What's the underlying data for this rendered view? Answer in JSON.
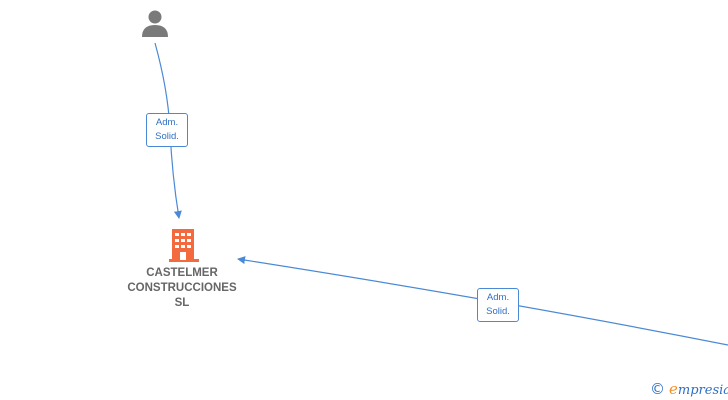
{
  "nodes": {
    "person": {
      "icon": "person-icon"
    },
    "company": {
      "icon": "building-icon",
      "name_lines": [
        "CASTELMER",
        "CONSTRUCCIONES",
        "SL"
      ]
    }
  },
  "edges": [
    {
      "from": "person",
      "to": "company",
      "label_lines": [
        "Adm.",
        "Solid."
      ]
    },
    {
      "from": "offscreen-node",
      "to": "company",
      "label_lines": [
        "Adm.",
        "Solid."
      ]
    }
  ],
  "brand": {
    "copyright_symbol": "©",
    "first_letter": "e",
    "rest": "mpresia"
  },
  "colors": {
    "edge": "#4a89d6",
    "person": "#7a7a7a",
    "company": "#f26a3d",
    "label_text": "#666666"
  }
}
